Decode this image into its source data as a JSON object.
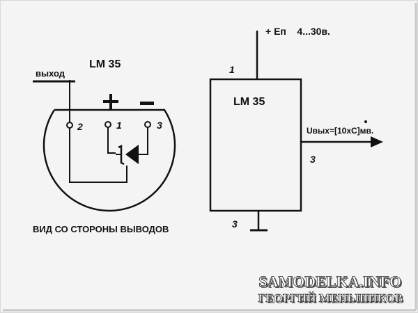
{
  "left_diagram": {
    "chip_label": "LM 35",
    "output_label": "выход",
    "plus_sign": "+",
    "minus_sign": "–",
    "pin_numbers": [
      "2",
      "1",
      "3"
    ],
    "caption": "ВИД СО СТОРОНЫ ВЫВОДОВ"
  },
  "right_diagram": {
    "chip_label": "LM 35",
    "supply_label": "+ Еп    4...30в.",
    "pin_top": "1",
    "pin_output": "3",
    "pin_bottom": "3",
    "output_formula_prefix": "Uвых=[10x",
    "output_formula_c": "C",
    "output_formula_suffix": "]мв."
  },
  "watermark": {
    "site": "SAMODELKA.INFO",
    "author": "ГЕОРГИЙ МЕНЬШИКОВ"
  },
  "colors": {
    "background": "#f4f4f4",
    "ink": "#111111",
    "watermark_text": "#ffffff",
    "watermark_shadow": "#555555"
  }
}
